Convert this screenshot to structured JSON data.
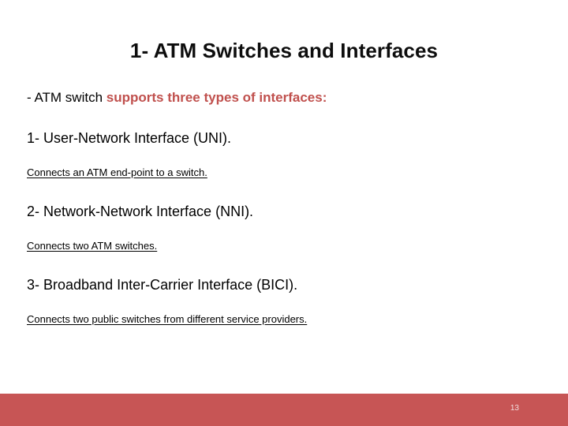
{
  "slide": {
    "title": "1- ATM Switches and Interfaces",
    "lead": {
      "plain_text": "- ATM switch ",
      "accent_text": "supports three types of interfaces:"
    },
    "items": [
      {
        "heading": "1- User-Network Interface (UNI).",
        "description": "Connects an ATM end-point to a switch.",
        "description_underlined": true
      },
      {
        "heading": "2- Network-Network Interface (NNI).",
        "description": "Connects two ATM switches.",
        "description_underlined": true
      },
      {
        "heading": "3- Broadband Inter-Carrier Interface (BICI).",
        "description": "Connects two public switches from different service providers.",
        "description_underlined": true
      }
    ],
    "footer": {
      "page_number": "13"
    },
    "colors": {
      "accent_text": "#C0504D",
      "footer_bar": "#C75555",
      "title_text": "#0D0D0D",
      "body_text": "#000000",
      "page_number_text": "#F2DEDE",
      "background": "#FFFFFF"
    }
  }
}
